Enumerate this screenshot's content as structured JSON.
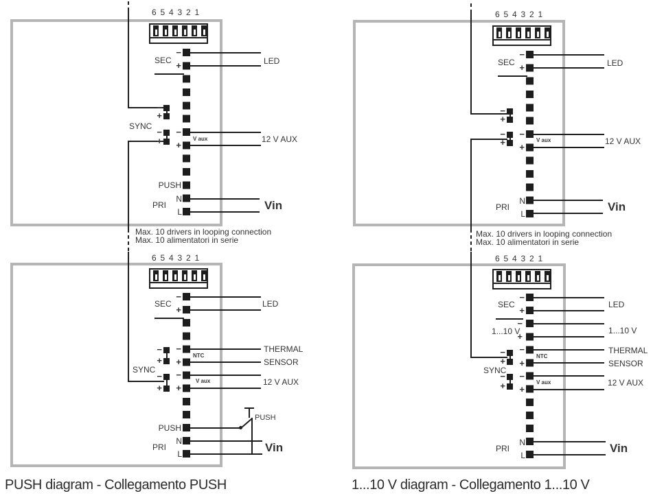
{
  "sym": {
    "minus": "−",
    "plus": "+"
  },
  "strings": {
    "dip_numbers": "6 5 4 3 2 1",
    "sec": "SEC",
    "sync": "SYNC",
    "pri": "PRI",
    "push": "PUSH",
    "n": "N",
    "l": "L",
    "led": "LED",
    "aux12": "12 V AUX",
    "vin": "Vin",
    "vaux": "V aux",
    "ntc": "NTC",
    "thermal": "THERMAL",
    "sensor": "SENSOR",
    "one10": "1...10 V",
    "note1": "Max. 10 drivers in looping connection",
    "note2": "Max. 10 alimentatori in serie"
  },
  "captions": {
    "push_diagram": "PUSH diagram - Collegamento PUSH",
    "v10_diagram": "1...10 V diagram - Collegamento 1...10 V"
  },
  "colors": {
    "ink": "#1d1d1d",
    "text": "#333333",
    "frame": "#b5b5b5"
  }
}
